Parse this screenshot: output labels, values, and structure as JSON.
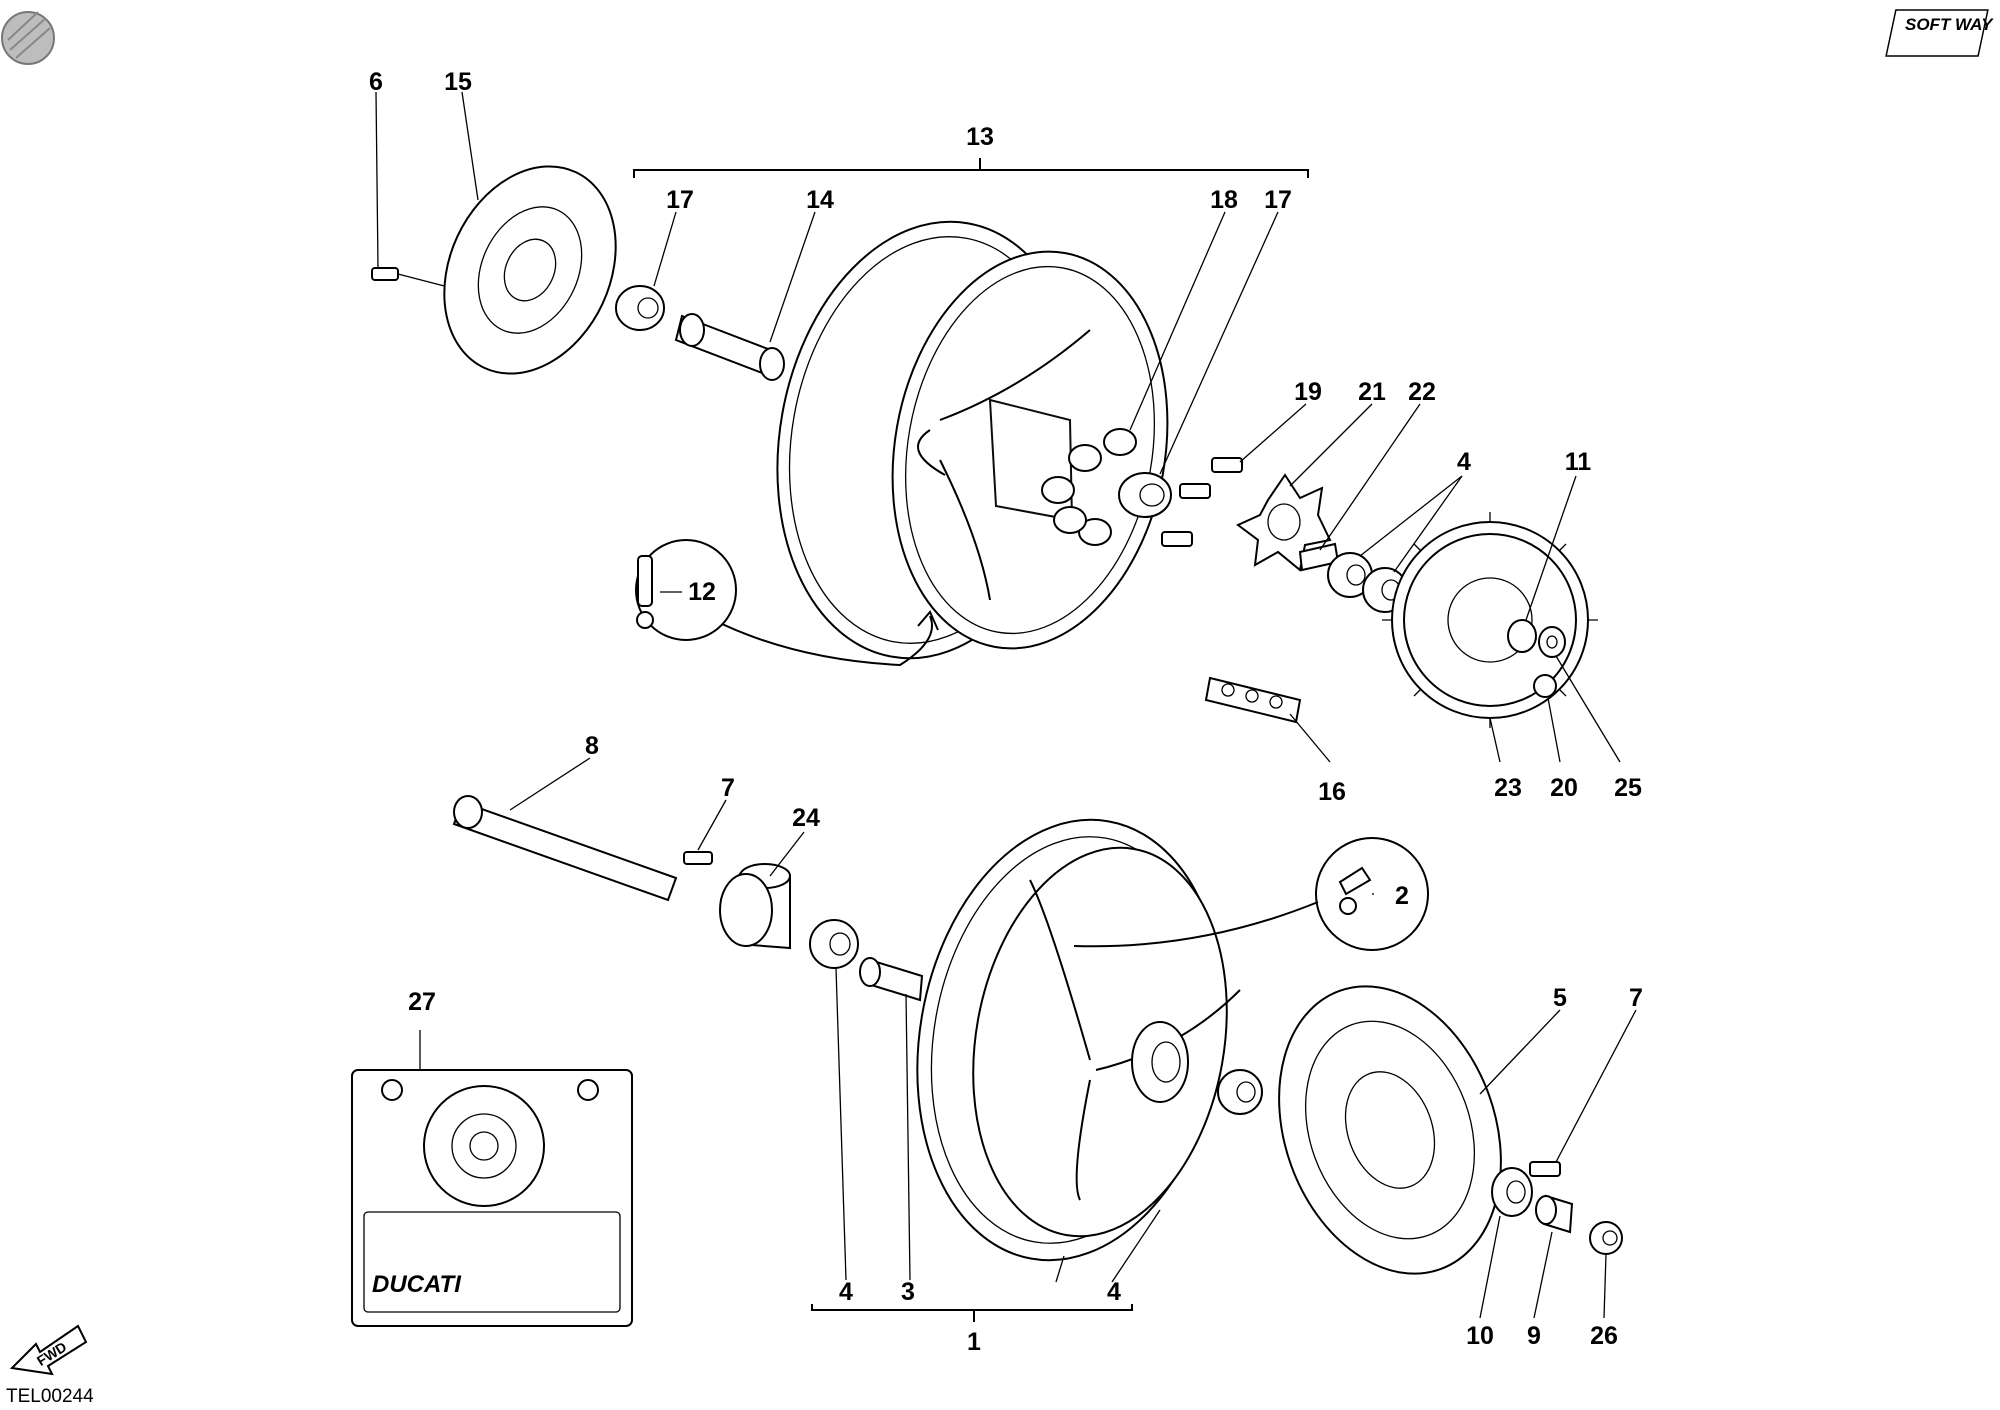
{
  "diagram_code": "TEL00244",
  "brand_logo": "SOFT WAY",
  "fwd_marker": "FWD",
  "inset_brand": "DUCATI",
  "assemblies": {
    "rear_wheel_bracket": "13",
    "front_wheel_bracket": "1"
  },
  "callouts": {
    "c6": "6",
    "c15": "15",
    "c17a": "17",
    "c14": "14",
    "c18": "18",
    "c17b": "17",
    "c19": "19",
    "c21": "21",
    "c22": "22",
    "c4a": "4",
    "c11": "11",
    "c12": "12",
    "c16": "16",
    "c23": "23",
    "c20": "20",
    "c25": "25",
    "c8": "8",
    "c7a": "7",
    "c24": "24",
    "c2": "2",
    "c27": "27",
    "c5": "5",
    "c7b": "7",
    "c4b": "4",
    "c3": "3",
    "c4c": "4",
    "c10": "10",
    "c9": "9",
    "c26": "26"
  }
}
